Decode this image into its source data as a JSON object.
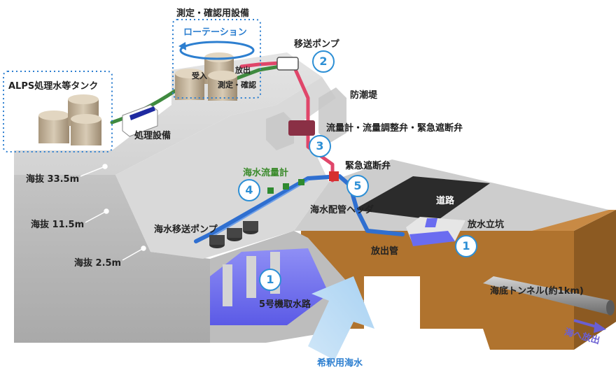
{
  "labels": {
    "measure_facility": "測定・確認用設備",
    "rotation": "ローテーション",
    "alps_tanks": "ALPS処理水等タンク",
    "receive": "受入",
    "discharge": "放出",
    "measure_confirm": "測定・確認",
    "transfer_pump": "移送ポンプ",
    "seawall": "防潮堤",
    "treatment_facility": "処理設備",
    "flow_valves": "流量計・流量調整弁・緊急遮断弁",
    "emergency_valve": "緊急遮断弁",
    "seawater_flowmeter": "海水流量計",
    "header_pipe": "海水配管ヘッダ",
    "road": "道路",
    "discharge_shaft": "放水立坑",
    "seawater_pump": "海水移送ポンプ",
    "discharge_pipe": "放出管",
    "intake_channel": "5号機取水路",
    "tunnel": "海底トンネル(約1km)",
    "to_sea": "海へ放出",
    "dilution_water": "希釈用海水",
    "elev_335": "海抜 33.5m",
    "elev_115": "海抜 11.5m",
    "elev_25": "海抜 2.5m"
  },
  "markers": {
    "n1_shaft": "1",
    "n2": "2",
    "n3": "3",
    "n4": "4",
    "n5": "5",
    "n1_intake": "1"
  },
  "colors": {
    "pipe_pink": "#e0466a",
    "pipe_green": "#3f8a3f",
    "pipe_blue": "#2f6fd0",
    "water": "#6a6cf0",
    "earth": "#b0732e",
    "concrete": "#c9c9c9",
    "marker_blue": "#2d8fd5"
  }
}
